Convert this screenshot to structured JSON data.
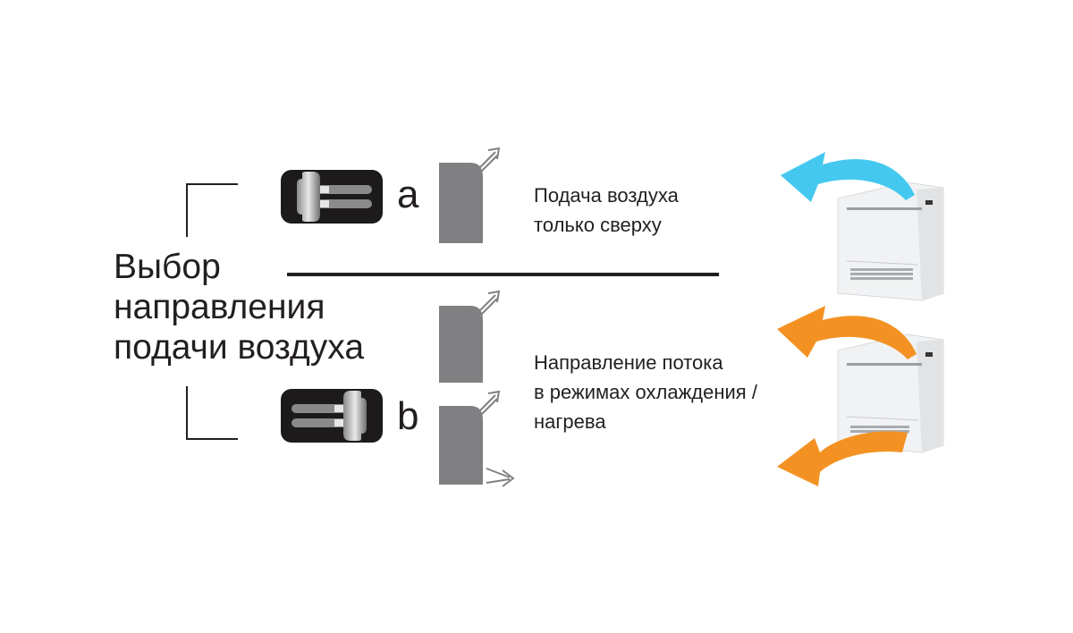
{
  "title": {
    "lines": [
      "Выбор",
      "направления",
      "подачи воздуха"
    ]
  },
  "option_a": {
    "letter": "a",
    "description_lines": [
      "Подача воздуха",
      "только сверху"
    ],
    "switch_position": "left",
    "flow_color": "#45c8f0"
  },
  "option_b": {
    "letter": "b",
    "description_lines": [
      "Направление потока",
      "в режимах охлаждения /",
      "нагрева"
    ],
    "switch_position": "right",
    "flow_color": "#f39223"
  },
  "icons": {
    "switch": "slider-switch-icon",
    "arrow": "double-line-arrow-icon",
    "unit": "floor-console-air-conditioner"
  }
}
